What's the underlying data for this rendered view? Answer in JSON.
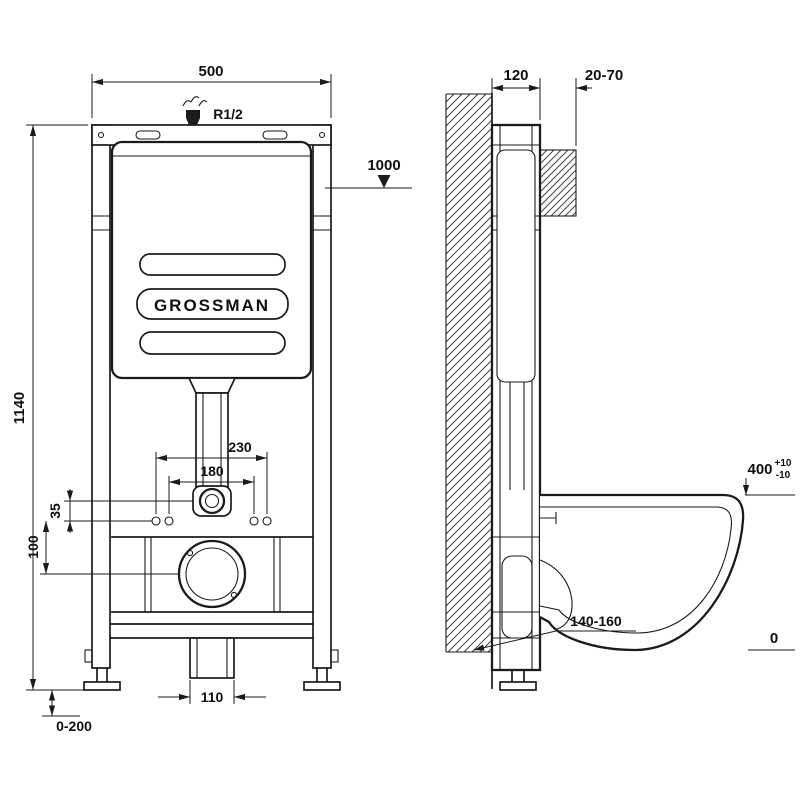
{
  "brand": "GROSSMAN",
  "front_view": {
    "frame_width": "500",
    "frame_height": "1140",
    "water_supply_thread": "R1/2",
    "install_height_mark": "1000",
    "fixing_spacing_outer": "230",
    "fixing_spacing_inner": "180",
    "offset_vertical_large": "100",
    "offset_vertical_small": "35",
    "drain_pipe_width": "110",
    "feet_adjust_range": "0-200"
  },
  "side_view": {
    "frame_depth": "120",
    "wall_finish_range": "20-70",
    "bowl_height": "400",
    "bowl_height_tol_plus": "+10",
    "bowl_height_tol_minus": "-10",
    "outlet_height_range": "140-160",
    "floor_level": "0"
  }
}
